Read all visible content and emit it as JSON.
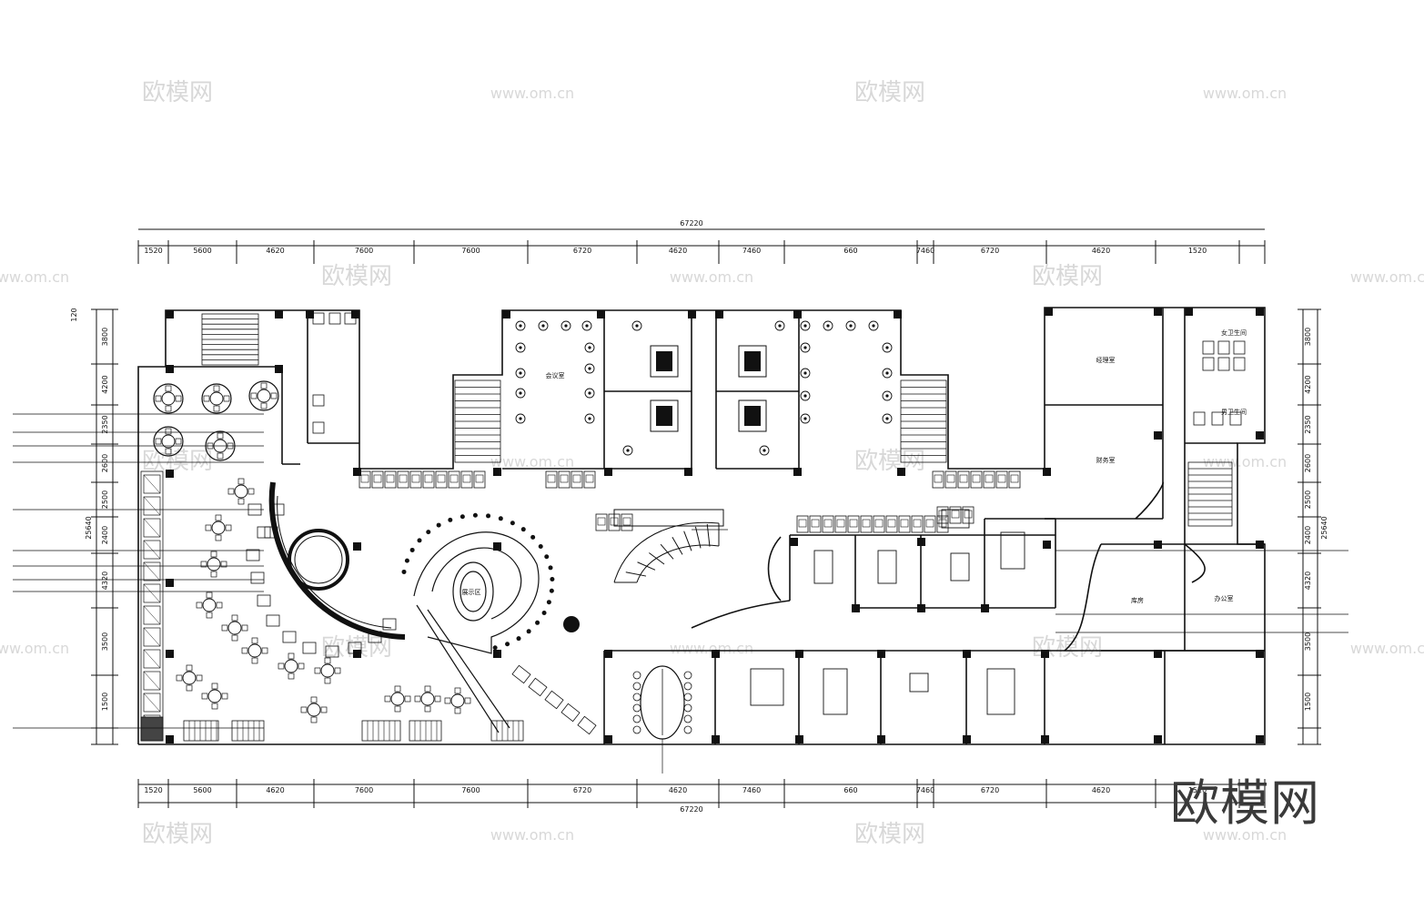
{
  "brand": {
    "logo_text": "欧模网",
    "watermark_cn": "欧模网",
    "watermark_url": "www.om.cn"
  },
  "dimensions": {
    "overall": "67220",
    "top_segments": [
      "1520",
      "5600",
      "4620",
      "7600",
      "7600",
      "6720",
      "4620",
      "7460",
      "660",
      "7460",
      "6720",
      "4620",
      "1520"
    ],
    "left_segments": [
      "3800",
      "4200",
      "2350",
      "2600",
      "2500",
      "2400",
      "4320",
      "3500",
      "1500"
    ],
    "left_total": "25640",
    "right_segments": [
      "3800",
      "4200",
      "2350",
      "2600",
      "2500",
      "2400",
      "4320",
      "3500",
      "1500"
    ],
    "right_total": "25640",
    "top_small": "120"
  },
  "rooms": {
    "manager": "经理室",
    "finance": "财务室",
    "storage": "库房",
    "office": "办公室",
    "ladies": "女卫生间",
    "gents": "男卫生间",
    "meeting": "会议室",
    "display": "展示区"
  },
  "icons": [
    "stair-icon",
    "round-table-icon",
    "plant-icon",
    "sofa-icon",
    "chair-icon",
    "column-icon"
  ],
  "colors": {
    "line": "#111111",
    "column": "#111111",
    "watermark": "#d8d8d8"
  }
}
